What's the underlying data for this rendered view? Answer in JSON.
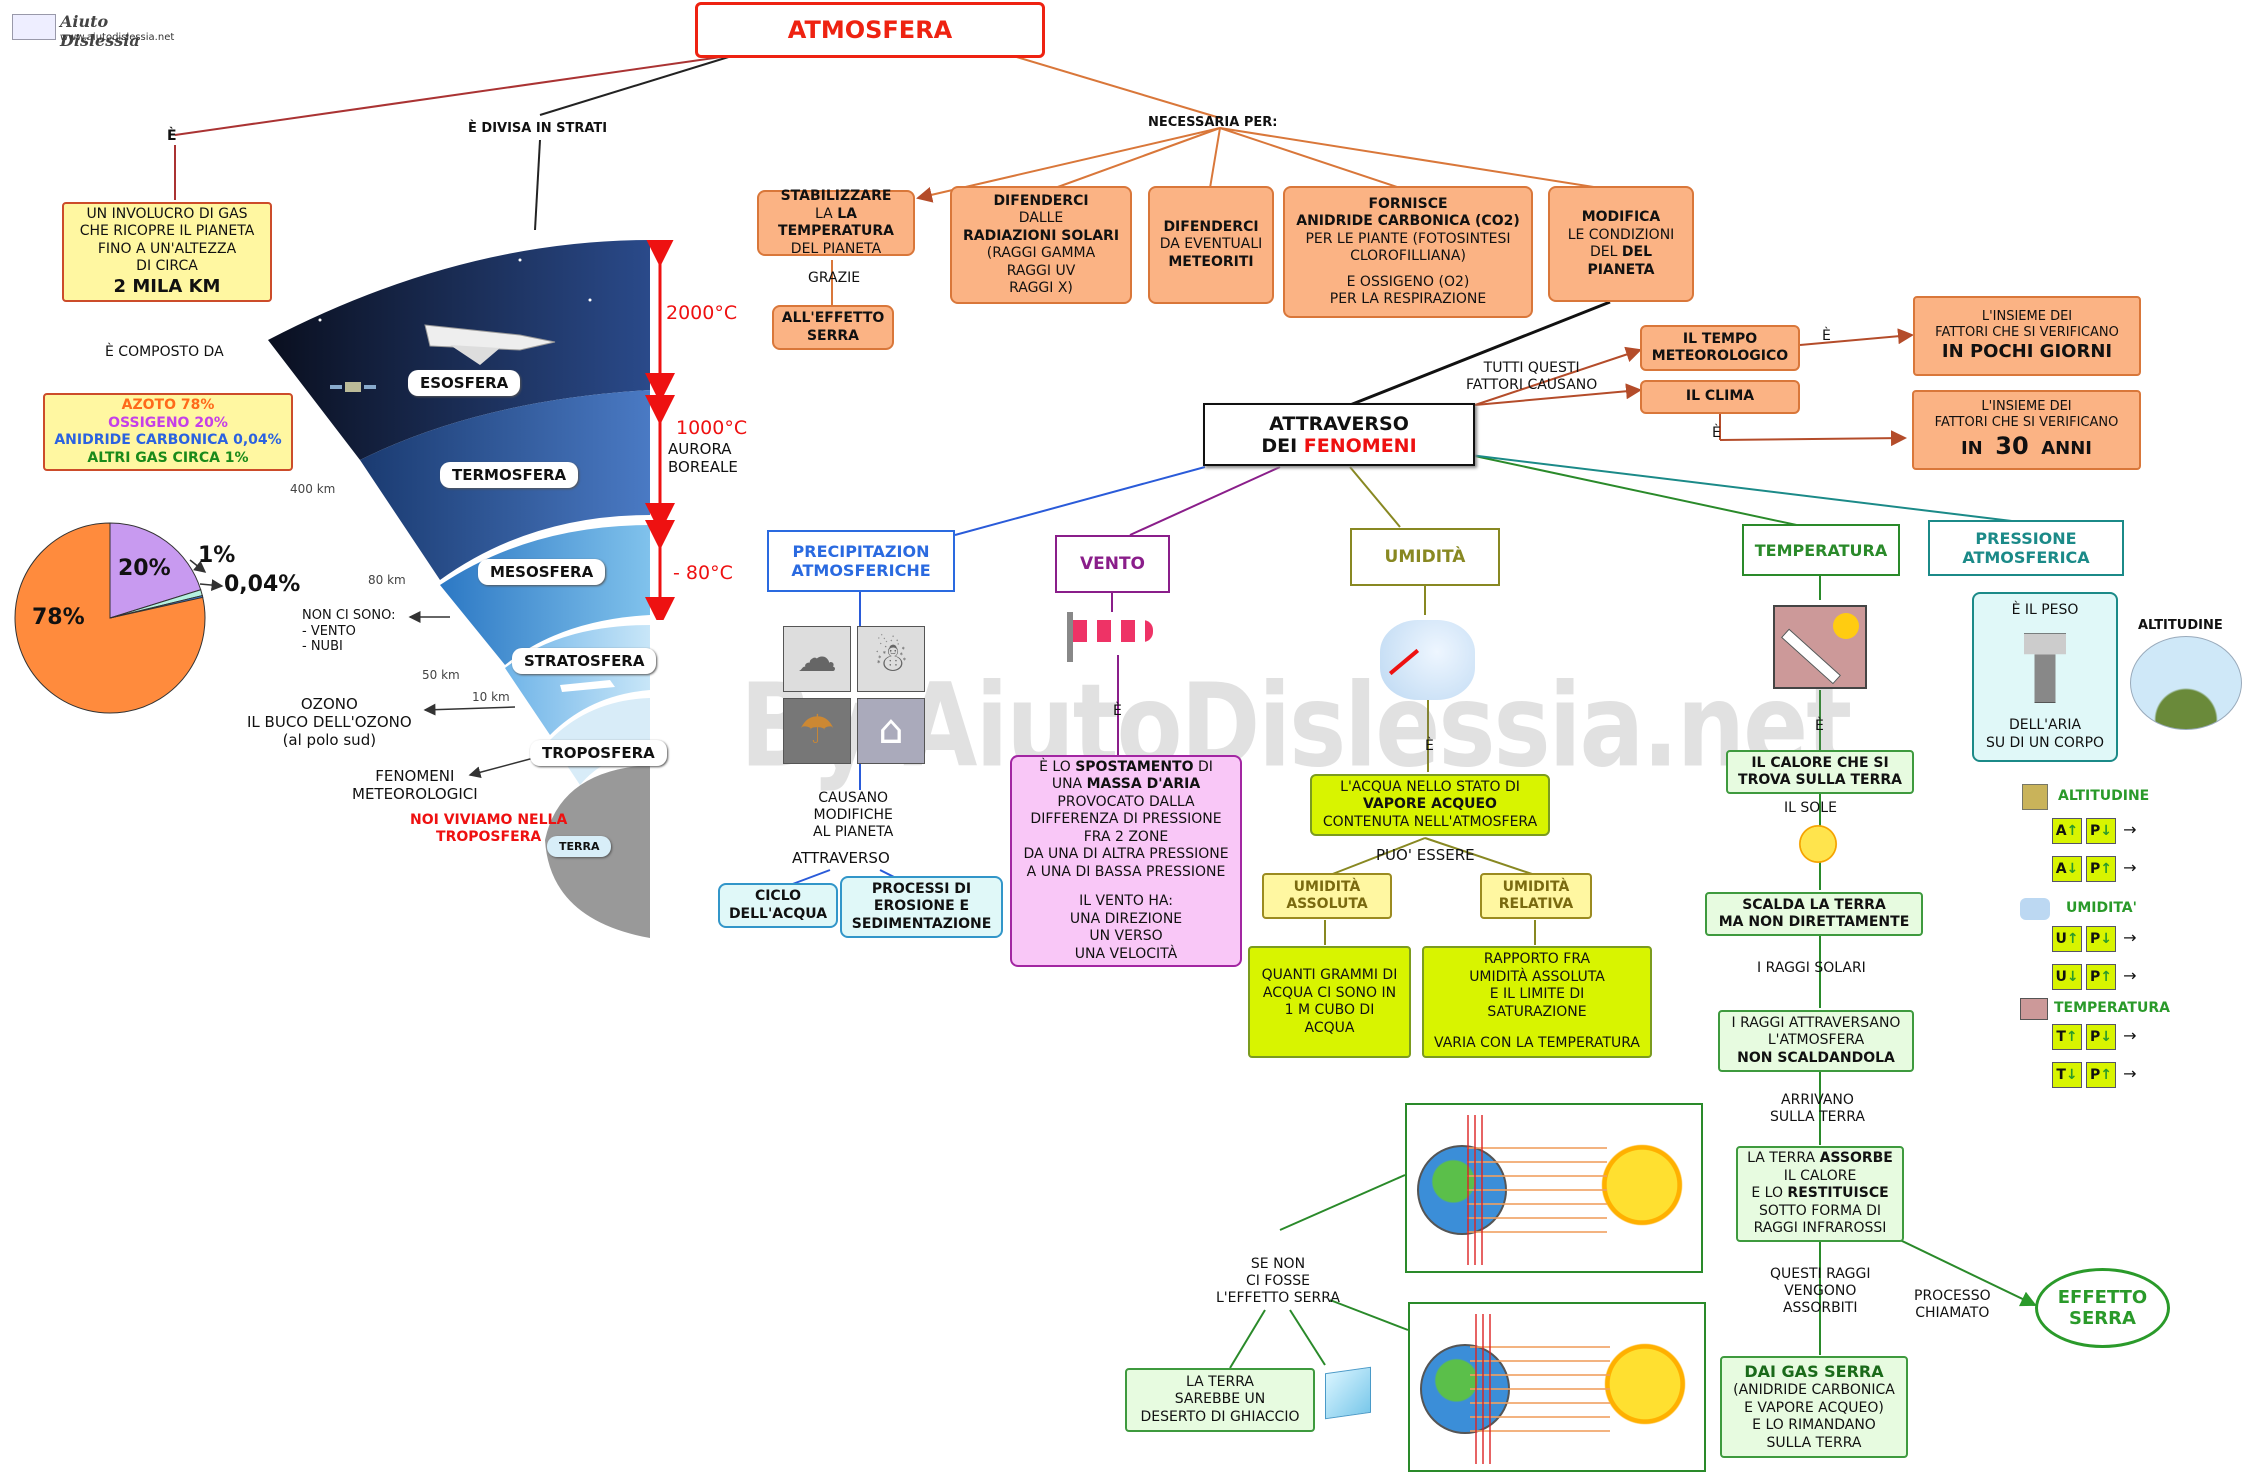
{
  "brand": {
    "name": "Aiuto Dislessia",
    "url": "www.aiutodislessia.net"
  },
  "watermark": "By AiutoDislessia.net",
  "title": "ATMOSFERA",
  "left": {
    "e_label": "È",
    "divisa_label": "È DIVISA IN STRATI",
    "involucro": [
      "UN INVOLUCRO DI GAS",
      "CHE RICOPRE IL PIANETA",
      "FINO A UN'ALTEZZA",
      "DI CIRCA",
      "2 MILA KM"
    ],
    "composto_label": "È COMPOSTO DA",
    "gases": {
      "azoto": "AZOTO 78%",
      "ossigeno": "OSSIGENO 20%",
      "co2": "ANIDRIDE CARBONICA 0,04%",
      "altri": "ALTRI GAS CIRCA 1%"
    },
    "layers": {
      "esosfera": "ESOSFERA",
      "termosfera": "TERMOSFERA",
      "mesosfera": "MESOSFERA",
      "stratosfera": "STRATOSFERA",
      "troposfera": "TROPOSFERA",
      "terra": "TERRA"
    },
    "km": {
      "k400": "400 km",
      "k80": "80 km",
      "k50": "50 km",
      "k10": "10 km"
    },
    "temps": {
      "t2000": "2000°C",
      "t1000": "1000°C",
      "tm80": "- 80°C"
    },
    "aurora": "AURORA\nBOREALE",
    "non_ci_sono": "NON CI SONO:\n- VENTO\n- NUBI",
    "ozono": "OZONO\nIL  BUCO DELL'OZONO\n(al polo sud)",
    "fenomeni": "FENOMENI\nMETEOROLOGICI",
    "noi_viviamo": "NOI VIVIAMO NELLA\nTROPOSFERA"
  },
  "pie": {
    "labels": {
      "p78": "78%",
      "p20": "20%",
      "p1": "1%",
      "p004": "0,04%"
    }
  },
  "chart_data": {
    "type": "pie",
    "categories": [
      "AZOTO",
      "OSSIGENO",
      "ALTRI GAS",
      "ANIDRIDE CARBONICA"
    ],
    "values": [
      78,
      20,
      1,
      0.04
    ],
    "colors": [
      "#ff8b3d",
      "#c89af0",
      "#b5f0e0",
      "#3a78d8"
    ]
  },
  "necessaria": {
    "label": "NECESSARIA PER:",
    "stabilizzare": [
      "STABILIZZARE",
      "LA TEMPERATURA",
      "DEL PIANETA"
    ],
    "grazie": "GRAZIE",
    "effetto_serra": [
      "ALL'EFFETTO",
      "SERRA"
    ],
    "difenderci_rad": [
      "DIFENDERCI",
      "DALLE",
      "RADIAZIONI SOLARI",
      "(RAGGI GAMMA",
      "RAGGI UV",
      "RAGGI X)"
    ],
    "difenderci_met": [
      "DIFENDERCI",
      "DA EVENTUALI",
      "METEORITI"
    ],
    "fornisce": [
      "FORNISCE",
      "ANIDRIDE CARBONICA (CO2)",
      "PER LE PIANTE  (FOTOSINTESI",
      "CLOROFILLIANA)",
      "E OSSIGENO (O2)",
      "PER LA RESPIRAZIONE"
    ],
    "modifica": [
      "MODIFICA",
      "LE CONDIZIONI",
      "DEL PIANETA"
    ]
  },
  "attraverso": {
    "line1": "ATTRAVERSO",
    "line2a": "DEI ",
    "line2b": "FENOMENI"
  },
  "tutti": "TUTTI QUESTI\nFATTORI CAUSANO",
  "tempo": {
    "box": [
      "IL TEMPO",
      "METEOROLOGICO"
    ],
    "e": "È",
    "desc": [
      "L'INSIEME DEI",
      "FATTORI  CHE SI VERIFICANO",
      "IN POCHI GIORNI"
    ]
  },
  "clima": {
    "box": "IL CLIMA",
    "e": "È",
    "desc": [
      "L'INSIEME DEI",
      "FATTORI  CHE SI VERIFICANO",
      "IN",
      "30",
      "ANNI"
    ]
  },
  "precip": {
    "title": [
      "PRECIPITAZION",
      "ATMOSFERICHE"
    ],
    "causano": "CAUSANO\nMODIFICHE\nAL PIANETA",
    "attraverso": "ATTRAVERSO",
    "ciclo": [
      "CICLO",
      "DELL'ACQUA"
    ],
    "processi": [
      "PROCESSI DI",
      "EROSIONE E",
      "SEDIMENTAZIONE"
    ]
  },
  "vento": {
    "title": "VENTO",
    "e": "È",
    "desc": [
      "È LO SPOSTAMENTO DI",
      "UNA MASSA D'ARIA",
      "PROVOCATO DALLA",
      "DIFFERENZA DI PRESSIONE",
      "FRA 2 ZONE",
      "DA UNA DI ALTRA PRESSIONE",
      "A UNA DI BASSA PRESSIONE",
      "",
      "IL VENTO HA:",
      "UNA DIREZIONE",
      "UN VERSO",
      "UNA VELOCITÀ"
    ]
  },
  "umidita": {
    "title": "UMIDITÀ",
    "e": "È",
    "desc": [
      "L'ACQUA NELLO STATO DI",
      "VAPORE ACQUEO",
      "CONTENUTA NELL'ATMOSFERA"
    ],
    "puo": "PUO' ESSERE",
    "assoluta": [
      "UMIDITÀ",
      "ASSOLUTA"
    ],
    "relativa": [
      "UMIDITÀ",
      "RELATIVA"
    ],
    "assoluta_desc": [
      "QUANTI GRAMMI DI",
      "ACQUA CI SONO IN",
      "1 M CUBO DI ACQUA"
    ],
    "relativa_desc": [
      "RAPPORTO FRA",
      "UMIDITÀ ASSOLUTA",
      "E IL LIMITE DI",
      "SATURAZIONE",
      "",
      "VARIA CON LA TEMPERATURA"
    ]
  },
  "temperatura": {
    "title": "TEMPERATURA",
    "e": "È",
    "calore": [
      "IL CALORE CHE SI",
      "TROVA SULLA TERRA"
    ],
    "sole": "IL SOLE",
    "scalda": [
      "SCALDA LA TERRA",
      "MA  NON DIRETTAMENTE"
    ],
    "raggi": "I RAGGI SOLARI",
    "attraversano": [
      "I RAGGI ATTRAVERSANO",
      "L'ATMOSFERA",
      "NON SCALDANDOLA"
    ],
    "arrivano": "ARRIVANO\nSULLA TERRA",
    "assorbe": [
      "LA TERRA ASSORBE",
      "IL CALORE",
      "E LO RESTITUISCE",
      "SOTTO FORMA DI",
      "RAGGI INFRAROSSI"
    ],
    "questi": "QUESTI RAGGI\nVENGONO\nASSORBITI",
    "processo": "PROCESSO\nCHIAMATO",
    "effetto": [
      "EFFETTO",
      "SERRA"
    ],
    "gas_serra": [
      "DAI GAS SERRA",
      "(ANIDRIDE CARBONICA",
      "E VAPORE ACQUEO)",
      "E LO RIMANDANO",
      "SULLA TERRA"
    ],
    "se_non": "SE NON\nCI FOSSE\nL'EFFETTO SERRA",
    "deserto": [
      "LA TERRA",
      "SAREBBE UN",
      "DESERTO DI GHIACCIO"
    ]
  },
  "pressione": {
    "title": [
      "PRESSIONE",
      "ATMOSFERICA"
    ],
    "desc_top": "È IL PESO",
    "desc_bottom": "DELL'ARIA\nSU DI UN CORPO",
    "altitudine": "ALTITUDINE",
    "legend": [
      {
        "title": "ALTITUDINE",
        "rows": [
          [
            "A",
            "P"
          ],
          [
            "A",
            "P"
          ]
        ]
      },
      {
        "title": "UMIDITA'",
        "rows": [
          [
            "U",
            "P"
          ],
          [
            "U",
            "P"
          ]
        ]
      },
      {
        "title": "TEMPERATURA",
        "rows": [
          [
            "T",
            "P"
          ],
          [
            "T",
            "P"
          ]
        ]
      }
    ]
  }
}
